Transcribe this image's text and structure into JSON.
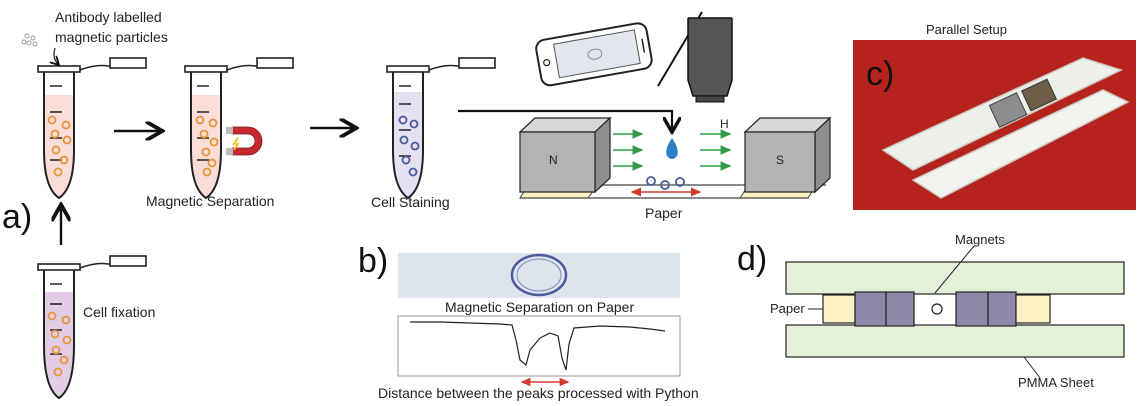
{
  "labels": {
    "antibody_line1": "Antibody labelled",
    "antibody_line2": "magnetic particles",
    "magnetic_separation": "Magnetic Separation",
    "cell_staining": "Cell Staining",
    "cell_fixation": "Cell fixation",
    "paper_bottom": "Paper",
    "field_h": "H",
    "magnet_n": "N",
    "magnet_s": "S",
    "parallel_setup": "Parallel Setup",
    "separation_on_paper": "Magnetic Separation on Paper",
    "distance_caption": "Distance between the peaks processed with Python",
    "magnets": "Magnets",
    "paper_left": "Paper",
    "pmma_sheet": "PMMA Sheet"
  },
  "panels": {
    "a": "a)",
    "b": "b)",
    "c": "c)",
    "d": "d)"
  },
  "colors": {
    "tube_pink": "#f9ddd6",
    "tube_purple": "#e3cce6",
    "tube_lavender": "#e4e1f2",
    "cell_orange": "#e6963a",
    "cell_blue": "#4a5a9c",
    "arrow_green": "#2f9a48",
    "arrow_red": "#d23b2f",
    "magnet_red": "#c6282e",
    "photo_red": "#b5231c",
    "pmma_green": "#e5f0d8",
    "paper_yellow": "#fbf1c4",
    "magnet_purple": "#8d88a8",
    "drop_blue": "#2d7fc4"
  },
  "icons": [
    "smartphone-icon",
    "microscope-objective-icon",
    "water-drop-icon",
    "horseshoe-magnet-icon",
    "lightning-icon",
    "magnetic-particles-icon"
  ]
}
